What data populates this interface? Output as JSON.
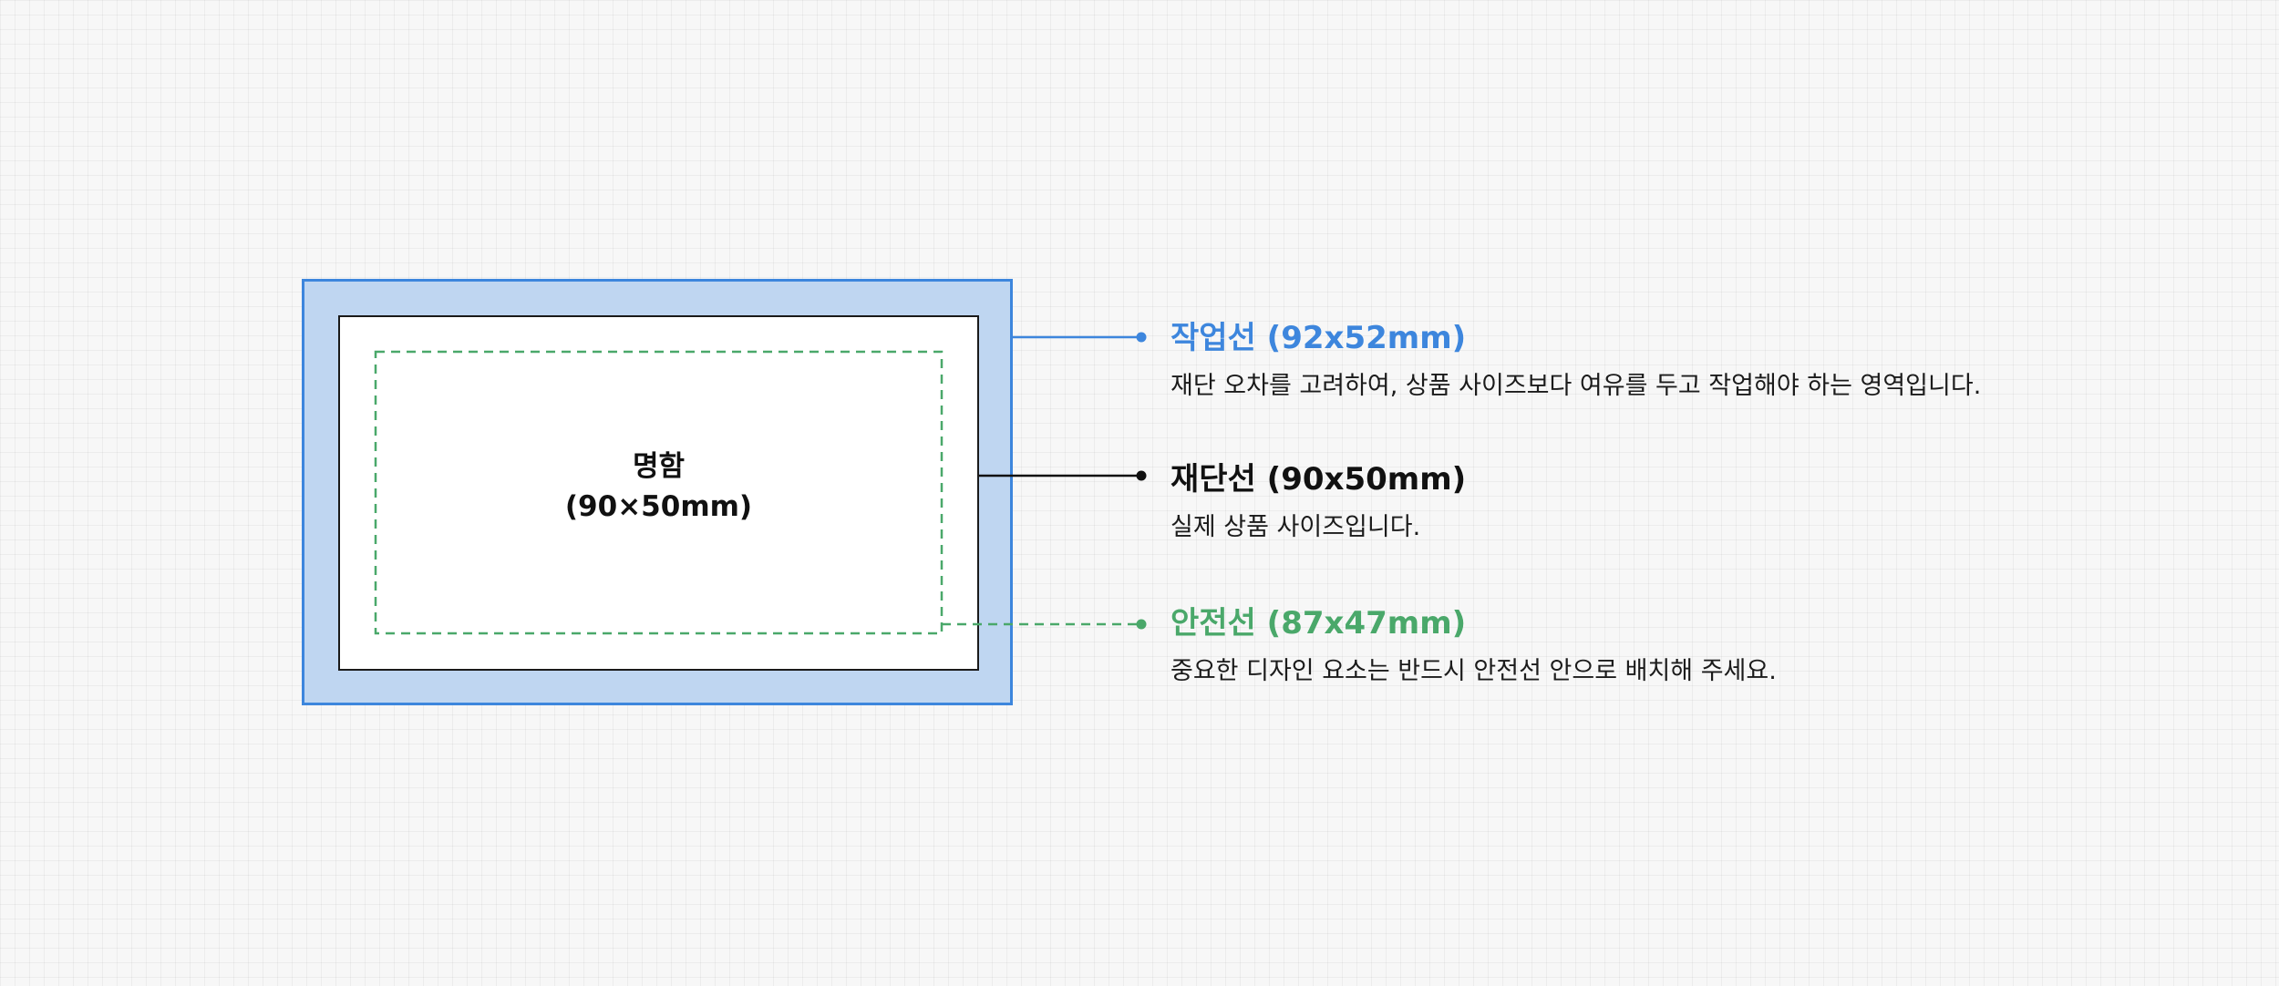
{
  "card": {
    "name": "명함",
    "size": "(90×50mm)"
  },
  "legend": {
    "work_line": {
      "title": "작업선 (92x52mm)",
      "description": "재단 오차를 고려하여, 상품 사이즈보다 여유를 두고 작업해야 하는 영역입니다.",
      "color": "#3d86dd"
    },
    "trim_line": {
      "title": "재단선 (90x50mm)",
      "description": "실제 상품 사이즈입니다.",
      "color": "#111111"
    },
    "safe_line": {
      "title": "안전선 (87x47mm)",
      "description": "중요한 디자인 요소는 반드시 안전선 안으로 배치해 주세요.",
      "color": "#4aa86a"
    }
  }
}
